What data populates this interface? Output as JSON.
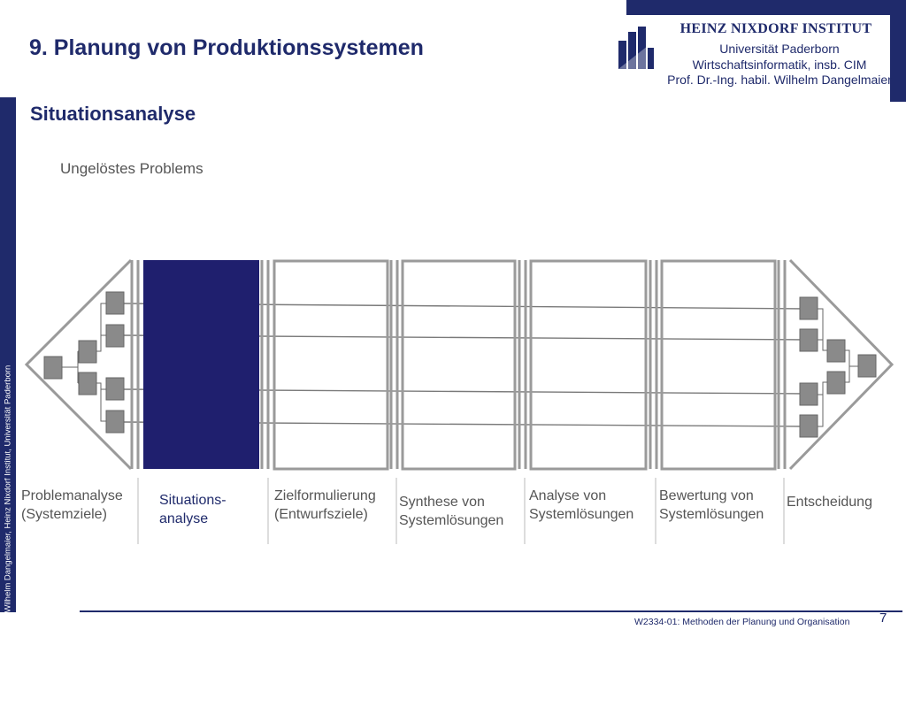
{
  "sidebar": {
    "copyright": "© Prof. Dr.-Ing habil. Wilhelm Dangelmaier, Heinz Nixdorf Institut, Universität Paderborn"
  },
  "header": {
    "institute": "HEINZ NIXDORF INSTITUT",
    "lines": [
      "Universität Paderborn",
      "Wirtschaftsinformatik, insb. CIM",
      "Prof. Dr.-Ing. habil. Wilhelm Dangelmaier"
    ]
  },
  "slide": {
    "title": "9. Planung von Produktionssystemen",
    "section": "Situationsanalyse",
    "caption": "Ungelöstes Problems"
  },
  "phases": [
    {
      "line1": "Problemanalyse",
      "line2": "(Systemziele)"
    },
    {
      "line1": "Situations-",
      "line2": "analyse",
      "active": true
    },
    {
      "line1": "Zielformulierung",
      "line2": "(Entwurfsziele)"
    },
    {
      "line1": "Synthese von",
      "line2": "Systemlösungen"
    },
    {
      "line1": "Analyse von",
      "line2": "Systemlösungen"
    },
    {
      "line1": "Bewertung von",
      "line2": "Systemlösungen"
    },
    {
      "line1": "Entscheidung",
      "line2": ""
    }
  ],
  "colors": {
    "primary": "#1f2a6b",
    "active_phase": "#1f1f6e",
    "box": "#8a8a8a"
  },
  "footer": {
    "course": "W2334-01: Methoden der Planung und Organisation",
    "page": "7"
  }
}
